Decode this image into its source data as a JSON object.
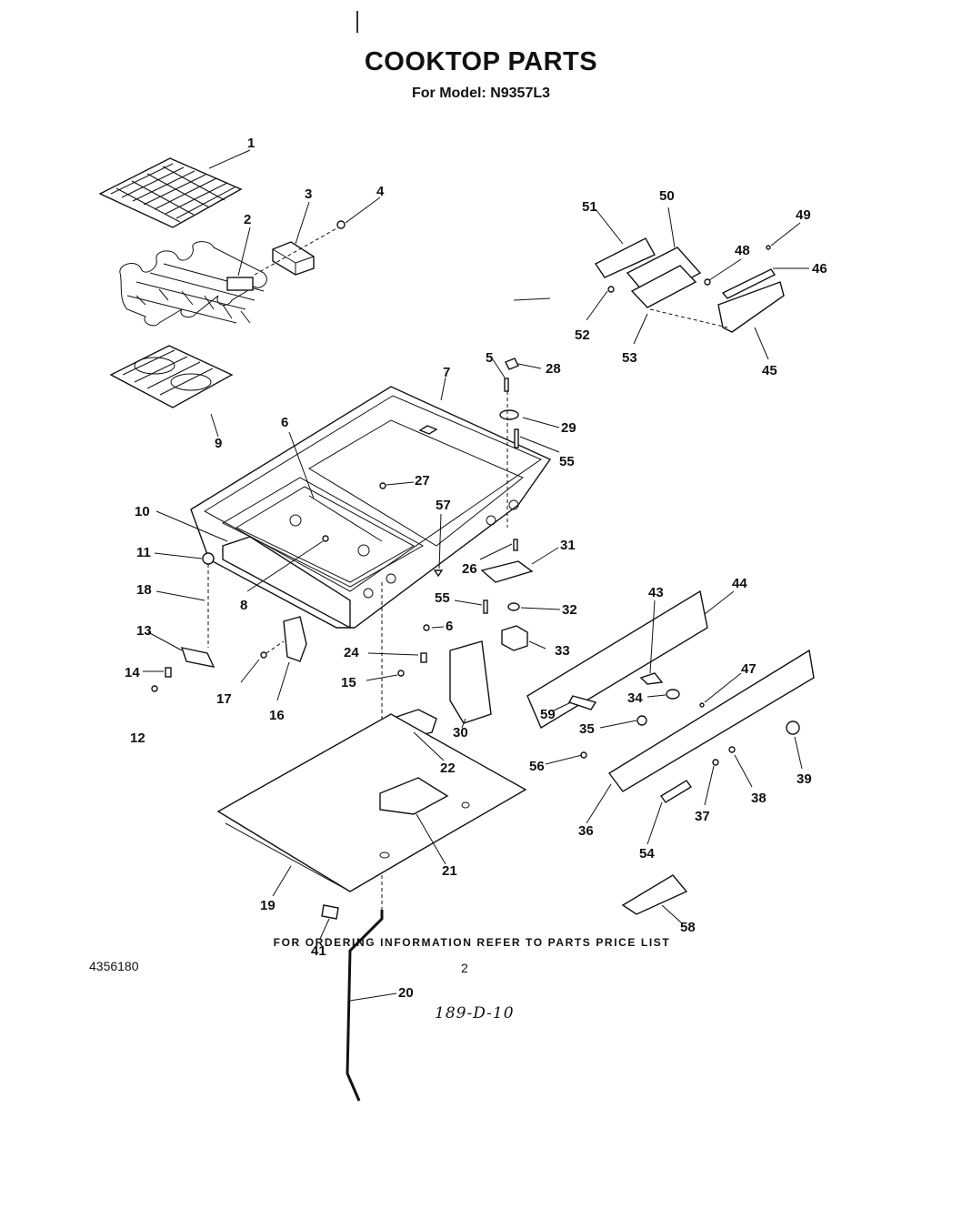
{
  "title": "COOKTOP PARTS",
  "subtitle": "For Model: N9357L3",
  "footer": "FOR ORDERING INFORMATION REFER TO PARTS PRICE LIST",
  "doc_number": "4356180",
  "page_number": "2",
  "handwritten_note": "189-D-10",
  "part_callouts": [
    "1",
    "2",
    "3",
    "4",
    "5",
    "6",
    "6",
    "7",
    "8",
    "9",
    "10",
    "11",
    "12",
    "13",
    "14",
    "15",
    "16",
    "17",
    "18",
    "19",
    "20",
    "21",
    "22",
    "24",
    "26",
    "27",
    "28",
    "29",
    "30",
    "31",
    "32",
    "33",
    "34",
    "35",
    "36",
    "37",
    "38",
    "39",
    "41",
    "43",
    "44",
    "45",
    "46",
    "47",
    "48",
    "49",
    "50",
    "51",
    "52",
    "53",
    "54",
    "55",
    "55",
    "56",
    "57",
    "58",
    "59"
  ]
}
